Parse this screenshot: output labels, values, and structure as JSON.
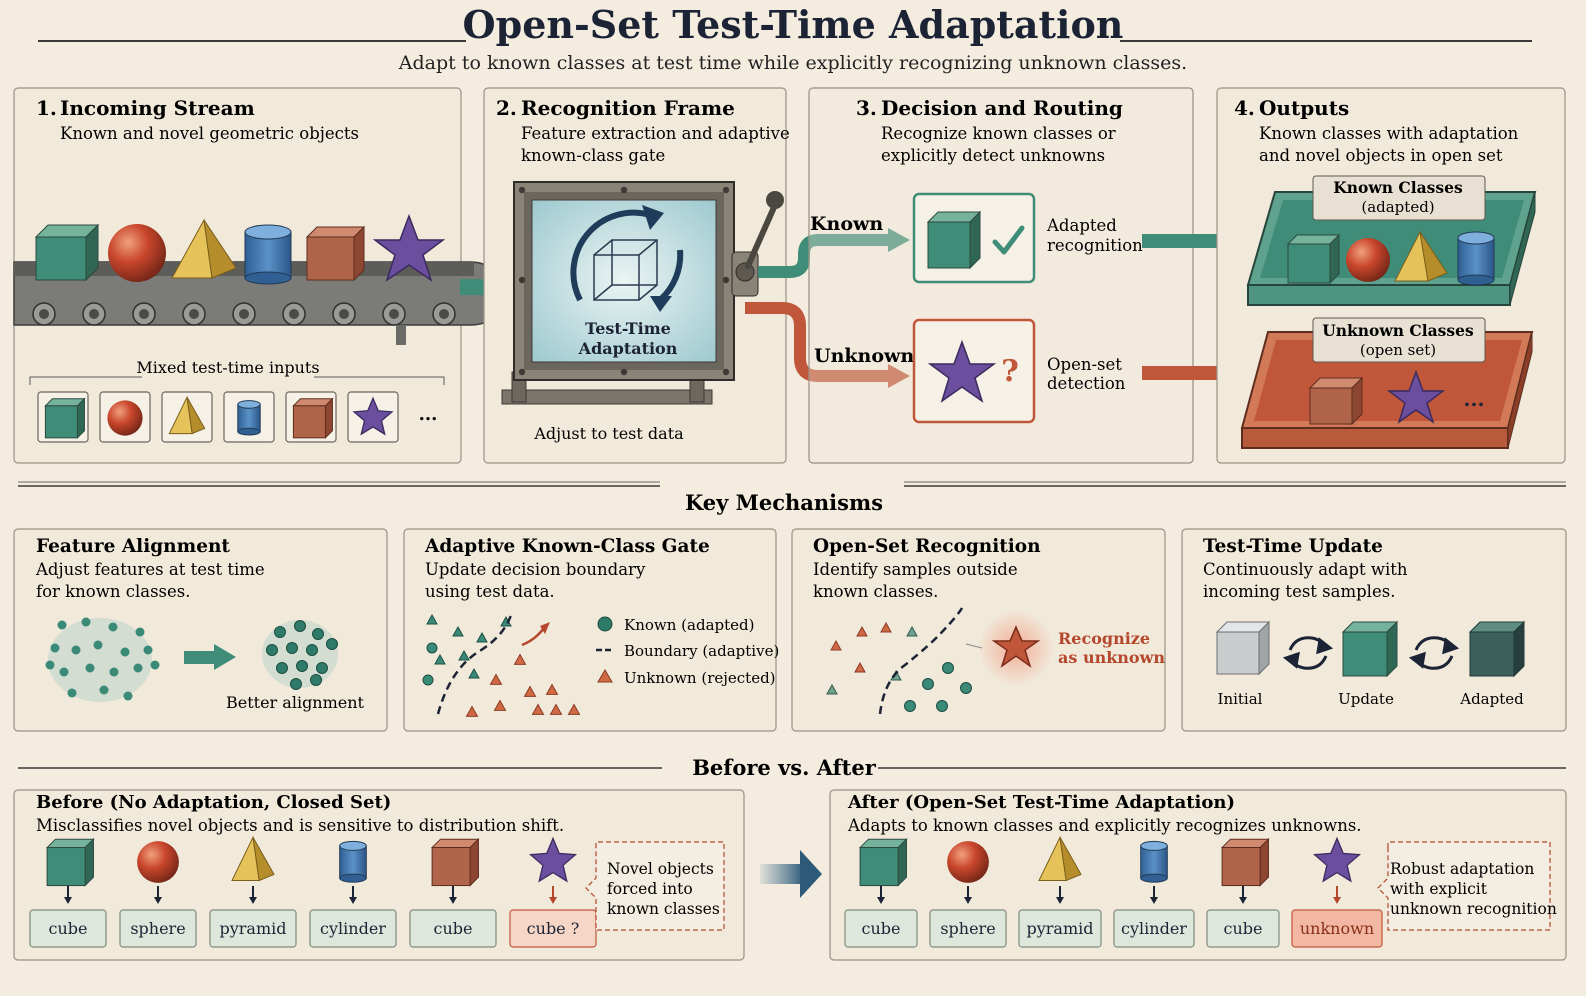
{
  "header": {
    "title": "Open-Set Test-Time Adaptation",
    "subtitle": "Adapt to known classes at test time while explicitly recognizing unknown classes."
  },
  "steps": [
    {
      "number": "1.",
      "title": "Incoming Stream",
      "desc": [
        "Known and novel geometric objects"
      ],
      "caption": "Mixed test-time inputs",
      "ellipsis": "..."
    },
    {
      "number": "2.",
      "title": "Recognition Frame",
      "desc": [
        "Feature extraction and adaptive",
        "known-class gate"
      ],
      "machine_label": [
        "Test-Time",
        "Adaptation"
      ],
      "caption": "Adjust to test data"
    },
    {
      "number": "3.",
      "title": "Decision and Routing",
      "desc": [
        "Recognize known classes or",
        "explicitly detect unknowns"
      ],
      "known_label": "Known",
      "unknown_label": "Unknown",
      "known_result": [
        "Adapted",
        "recognition"
      ],
      "unknown_result": [
        "Open-set",
        "detection"
      ],
      "question_mark": "?"
    },
    {
      "number": "4.",
      "title": "Outputs",
      "desc": [
        "Known classes with adaptation",
        "and novel objects in open set"
      ],
      "known_tray": [
        "Known Classes",
        "(adapted)"
      ],
      "unknown_tray": [
        "Unknown Classes",
        "(open set)"
      ],
      "ellipsis": "..."
    }
  ],
  "mechanisms": {
    "heading": "Key Mechanisms",
    "items": [
      {
        "title": "Feature Alignment",
        "desc": [
          "Adjust features at test time",
          "for known classes."
        ],
        "caption": "Better alignment"
      },
      {
        "title": "Adaptive Known-Class Gate",
        "desc": [
          "Update decision boundary",
          "using test data."
        ],
        "legend": [
          "Known (adapted)",
          "Boundary (adaptive)",
          "Unknown (rejected)"
        ]
      },
      {
        "title": "Open-Set Recognition",
        "desc": [
          "Identify samples outside",
          "known classes."
        ],
        "callout": [
          "Recognize",
          "as unknown"
        ]
      },
      {
        "title": "Test-Time Update",
        "desc": [
          "Continuously adapt with",
          "incoming test samples."
        ],
        "stages": [
          "Initial",
          "Update",
          "Adapted"
        ]
      }
    ]
  },
  "comparison": {
    "heading": "Before vs. After",
    "before": {
      "title": "Before (No Adaptation, Closed Set)",
      "desc": "Misclassifies novel objects and is sensitive to distribution shift.",
      "labels": [
        "cube",
        "sphere",
        "pyramid",
        "cylinder",
        "cube",
        "cube ?"
      ],
      "note": [
        "Novel objects",
        "forced into",
        "known classes"
      ]
    },
    "after": {
      "title": "After (Open-Set Test-Time Adaptation)",
      "desc": "Adapts to known classes and explicitly recognizes unknowns.",
      "labels": [
        "cube",
        "sphere",
        "pyramid",
        "cylinder",
        "cube",
        "unknown"
      ],
      "note": [
        "Robust adaptation",
        "with explicit",
        "unknown recognition"
      ]
    }
  },
  "colors": {
    "background": "#f3ecdf",
    "teal": "#3f8c78",
    "rust": "#c0573a",
    "navy": "#1f2a44",
    "purple": "#6b4f9e",
    "gold": "#e0b94a",
    "blue": "#3f77b0",
    "red": "#c2442c",
    "brown": "#b0654a"
  }
}
